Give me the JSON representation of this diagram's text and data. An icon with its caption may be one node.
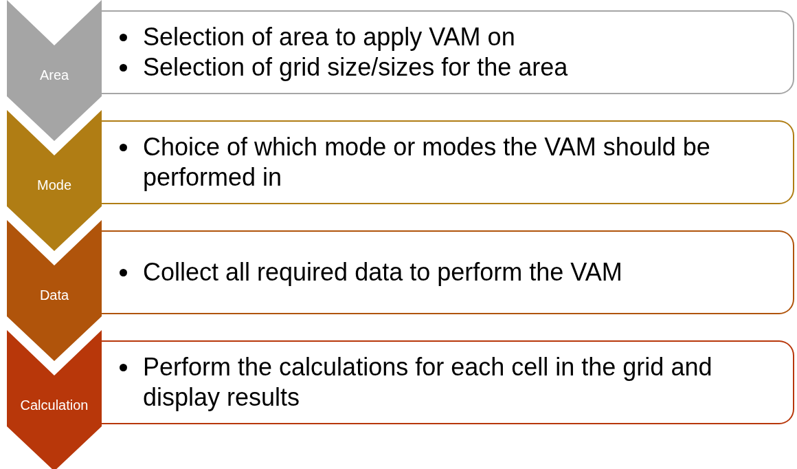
{
  "diagram": {
    "nodes": [
      {
        "text": [
          "Area"
        ]
      },
      {
        "text": [
          "Selection of area to apply VAM on",
          "Selection of grid size/sizes for the area"
        ]
      },
      {
        "text": [
          "Mode"
        ]
      },
      {
        "text": [
          "Choice of which mode or modes the VAM should be performed in"
        ]
      },
      {
        "text": [
          "Data"
        ]
      },
      {
        "text": [
          "Collect all required data to perform the VAM"
        ]
      },
      {
        "text": [
          "Calculation"
        ]
      },
      {
        "text": [
          "Perform the calculations for each cell in the grid and display results"
        ]
      }
    ]
  }
}
